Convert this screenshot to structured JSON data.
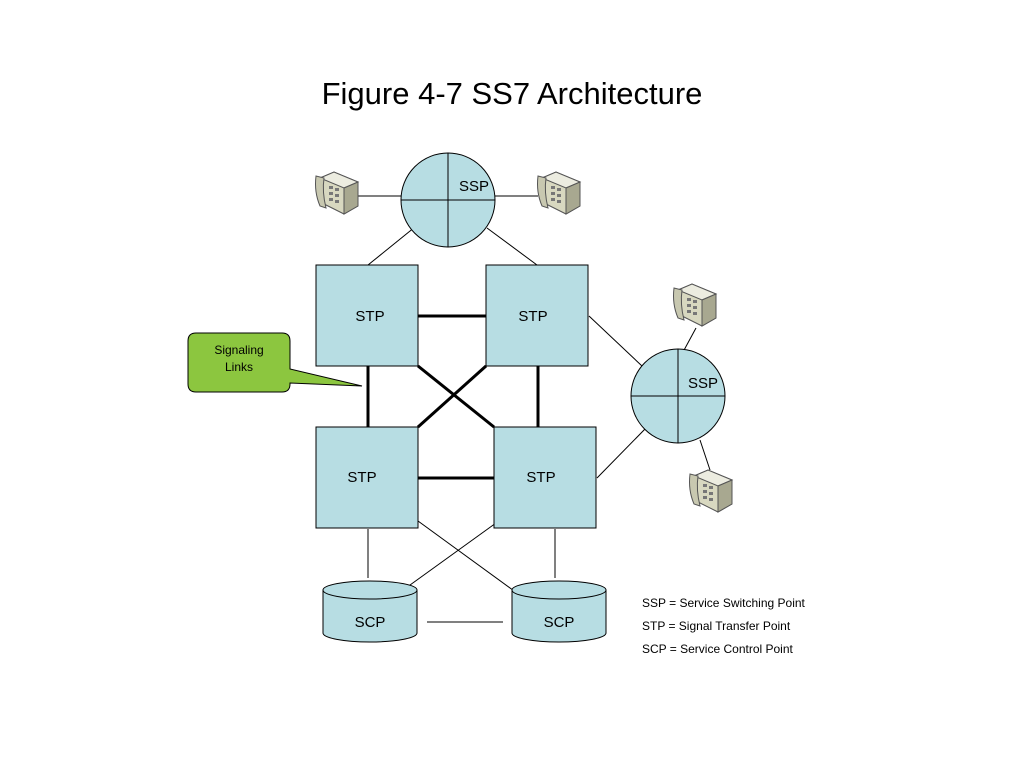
{
  "title": "Figure 4-7 SS7 Architecture",
  "nodes": {
    "ssp_top": "SSP",
    "ssp_right": "SSP",
    "stp_top_left": "STP",
    "stp_top_right": "STP",
    "stp_bottom_left": "STP",
    "stp_bottom_right": "STP",
    "scp_left": "SCP",
    "scp_right": "SCP"
  },
  "callout": {
    "line1": "Signaling",
    "line2": "Links"
  },
  "legend": [
    "SSP = Service Switching Point",
    "STP = Signal Transfer Point",
    "SCP = Service Control Point"
  ],
  "colors": {
    "node_fill": "#b7dde3",
    "callout_fill": "#8cc63f",
    "stroke": "#000000",
    "phone_fill": "#d8d8c0"
  },
  "icons": [
    "telephone-icon",
    "telephone-icon",
    "telephone-icon",
    "telephone-icon"
  ]
}
